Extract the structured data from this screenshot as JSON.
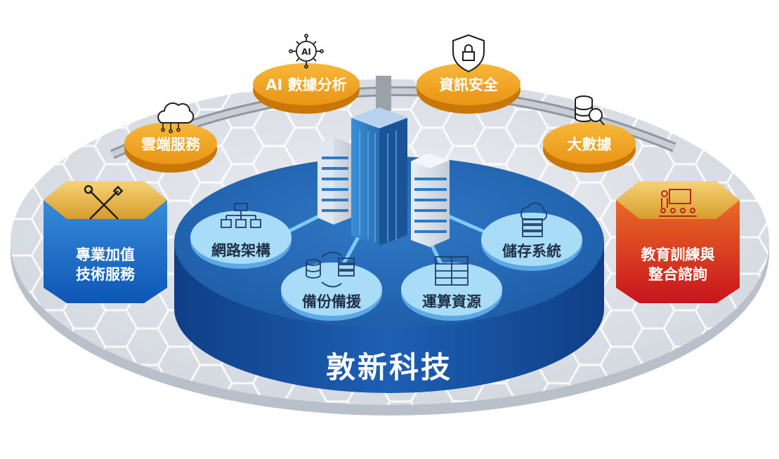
{
  "center": {
    "title": "敦新科技"
  },
  "orbit": {
    "ai": "AI 數據分析",
    "cloud": "雲端服務",
    "security": "資訊安全",
    "bigdata": "大數據",
    "ai_chip": "AI"
  },
  "core": {
    "network": "網路架構",
    "storage": "儲存系統",
    "backup": "備份備援",
    "compute": "運算資源"
  },
  "side": {
    "left_line1": "專業加值",
    "left_line2": "技術服務",
    "right_line1": "教育訓練與",
    "right_line2": "整合諮詢"
  },
  "colors": {
    "orange": "#f2a31a",
    "blue": "#1d5aa8",
    "light_blue": "#a8dcf7",
    "red": "#d9302a",
    "gray_disc": "#d9dde3"
  }
}
